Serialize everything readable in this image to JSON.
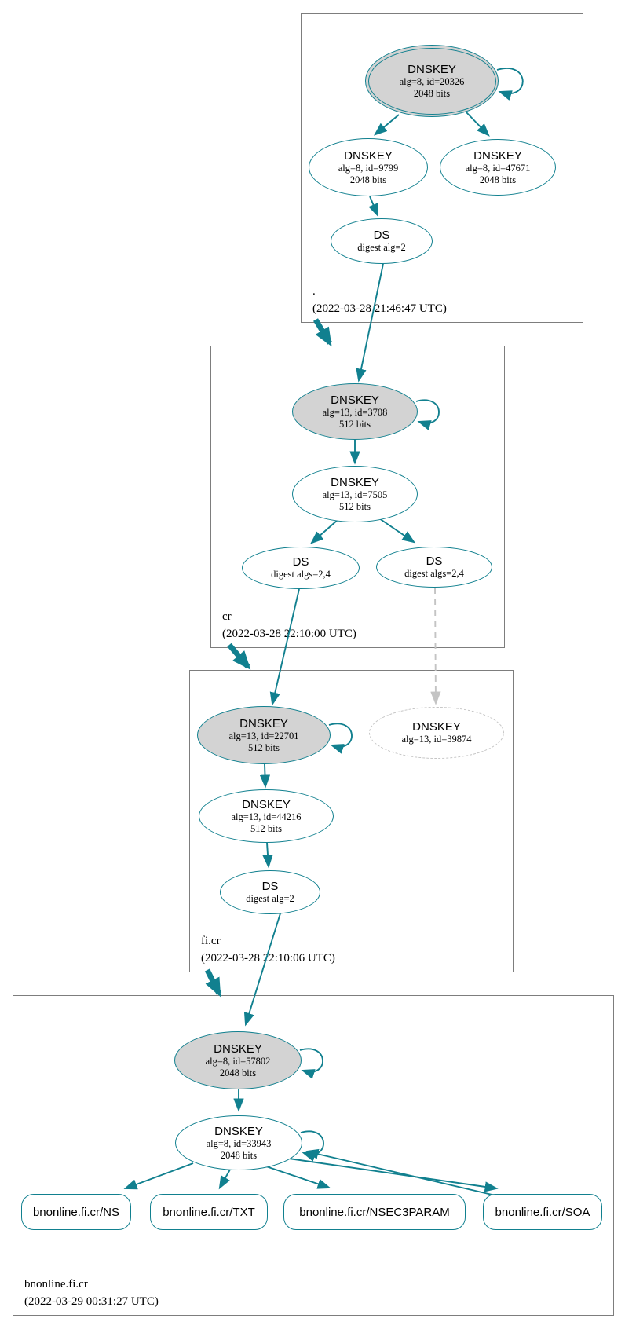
{
  "colors": {
    "secure_teal": "#11808F",
    "ksk_fill_gray": "#d3d3d3",
    "insecure_dashed_gray": "#c4c4c4",
    "zone_border_gray": "#7d7d7d",
    "text": "#000000"
  },
  "zones": [
    {
      "name": ".",
      "timestamp": "(2022-03-28 21:46:47 UTC)",
      "ksk": {
        "title": "DNSKEY",
        "detail": "alg=8, id=20326",
        "bits": "2048 bits"
      },
      "zsk1": {
        "title": "DNSKEY",
        "detail": "alg=8, id=9799",
        "bits": "2048 bits"
      },
      "zsk2": {
        "title": "DNSKEY",
        "detail": "alg=8, id=47671",
        "bits": "2048 bits"
      },
      "ds": {
        "title": "DS",
        "detail": "digest alg=2"
      }
    },
    {
      "name": "cr",
      "timestamp": "(2022-03-28 22:10:00 UTC)",
      "ksk": {
        "title": "DNSKEY",
        "detail": "alg=13, id=3708",
        "bits": "512 bits"
      },
      "zsk": {
        "title": "DNSKEY",
        "detail": "alg=13, id=7505",
        "bits": "512 bits"
      },
      "ds1": {
        "title": "DS",
        "detail": "digest algs=2,4"
      },
      "ds2": {
        "title": "DS",
        "detail": "digest algs=2,4"
      }
    },
    {
      "name": "fi.cr",
      "timestamp": "(2022-03-28 22:10:06 UTC)",
      "ksk": {
        "title": "DNSKEY",
        "detail": "alg=13, id=22701",
        "bits": "512 bits"
      },
      "missing": {
        "title": "DNSKEY",
        "detail": "alg=13, id=39874"
      },
      "zsk": {
        "title": "DNSKEY",
        "detail": "alg=13, id=44216",
        "bits": "512 bits"
      },
      "ds": {
        "title": "DS",
        "detail": "digest alg=2"
      }
    },
    {
      "name": "bnonline.fi.cr",
      "timestamp": "(2022-03-29 00:31:27 UTC)",
      "ksk": {
        "title": "DNSKEY",
        "detail": "alg=8, id=57802",
        "bits": "2048 bits"
      },
      "zsk": {
        "title": "DNSKEY",
        "detail": "alg=8, id=33943",
        "bits": "2048 bits"
      },
      "rrsets": [
        {
          "label": "bnonline.fi.cr/NS"
        },
        {
          "label": "bnonline.fi.cr/TXT"
        },
        {
          "label": "bnonline.fi.cr/NSEC3PARAM"
        },
        {
          "label": "bnonline.fi.cr/SOA"
        }
      ]
    }
  ],
  "edges": [
    {
      "from": "dnskey-20326",
      "to": "dnskey-20326",
      "type": "self-sign"
    },
    {
      "from": "dnskey-20326",
      "to": "dnskey-9799",
      "type": "sign"
    },
    {
      "from": "dnskey-20326",
      "to": "dnskey-47671",
      "type": "sign"
    },
    {
      "from": "dnskey-9799",
      "to": "ds-root",
      "type": "sign"
    },
    {
      "from": "ds-root",
      "to": "dnskey-3708",
      "type": "delegation"
    },
    {
      "from": "zone-root",
      "to": "zone-cr",
      "type": "zone-delegation-arrow"
    },
    {
      "from": "dnskey-3708",
      "to": "dnskey-3708",
      "type": "self-sign"
    },
    {
      "from": "dnskey-3708",
      "to": "dnskey-7505",
      "type": "sign"
    },
    {
      "from": "dnskey-7505",
      "to": "ds-cr-1",
      "type": "sign"
    },
    {
      "from": "dnskey-7505",
      "to": "ds-cr-2",
      "type": "sign"
    },
    {
      "from": "ds-cr-1",
      "to": "dnskey-22701",
      "type": "delegation"
    },
    {
      "from": "ds-cr-2",
      "to": "dnskey-39874",
      "type": "delegation-missing-dashed"
    },
    {
      "from": "zone-cr",
      "to": "zone-fi.cr",
      "type": "zone-delegation-arrow"
    },
    {
      "from": "dnskey-22701",
      "to": "dnskey-22701",
      "type": "self-sign"
    },
    {
      "from": "dnskey-22701",
      "to": "dnskey-44216",
      "type": "sign"
    },
    {
      "from": "dnskey-44216",
      "to": "ds-fi.cr",
      "type": "sign"
    },
    {
      "from": "ds-fi.cr",
      "to": "dnskey-57802",
      "type": "delegation"
    },
    {
      "from": "zone-fi.cr",
      "to": "zone-bnonline.fi.cr",
      "type": "zone-delegation-arrow"
    },
    {
      "from": "dnskey-57802",
      "to": "dnskey-57802",
      "type": "self-sign"
    },
    {
      "from": "dnskey-57802",
      "to": "dnskey-33943",
      "type": "sign"
    },
    {
      "from": "dnskey-33943",
      "to": "dnskey-33943",
      "type": "self-sign"
    },
    {
      "from": "dnskey-33943",
      "to": "rrset-ns",
      "type": "sign"
    },
    {
      "from": "dnskey-33943",
      "to": "rrset-txt",
      "type": "sign"
    },
    {
      "from": "dnskey-33943",
      "to": "rrset-nsec3param",
      "type": "sign"
    },
    {
      "from": "dnskey-33943",
      "to": "rrset-soa",
      "type": "sign"
    },
    {
      "from": "rrset-soa",
      "to": "dnskey-33943",
      "type": "rrsig"
    }
  ]
}
